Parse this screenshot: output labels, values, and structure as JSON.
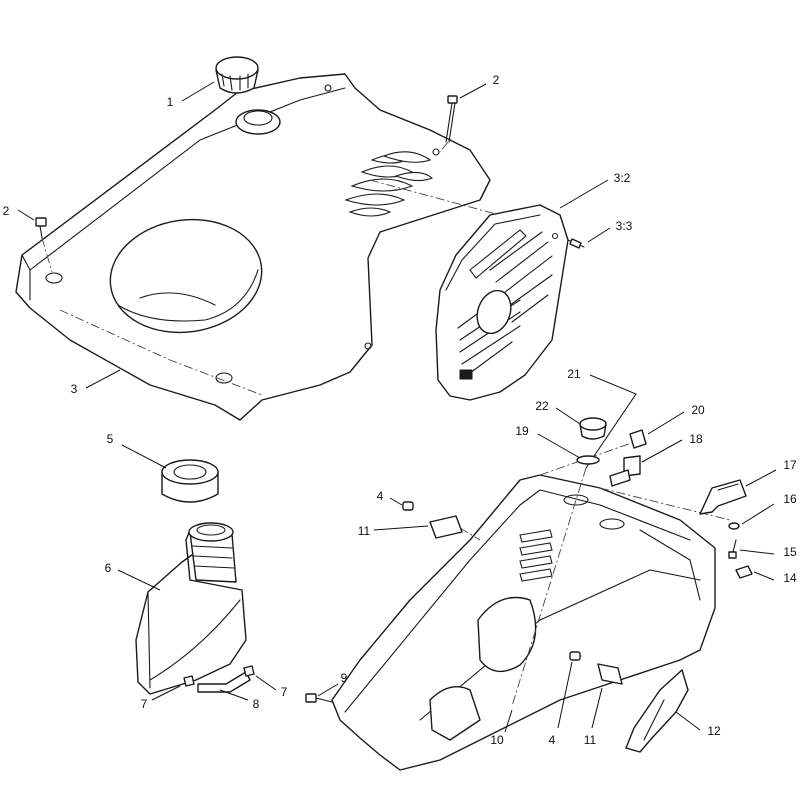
{
  "diagram": {
    "callouts": {
      "c1": "1",
      "c2a": "2",
      "c2b": "2",
      "c3": "3",
      "c3_2": "3:2",
      "c3_3": "3:3",
      "c4a": "4",
      "c4b": "4",
      "c5": "5",
      "c6": "6",
      "c7a": "7",
      "c7b": "7",
      "c8": "8",
      "c9": "9",
      "c10": "10",
      "c11a": "11",
      "c11b": "11",
      "c12": "12",
      "c14": "14",
      "c15": "15",
      "c16": "16",
      "c17": "17",
      "c18": "18",
      "c19": "19",
      "c20": "20",
      "c21": "21",
      "c22": "22"
    }
  }
}
